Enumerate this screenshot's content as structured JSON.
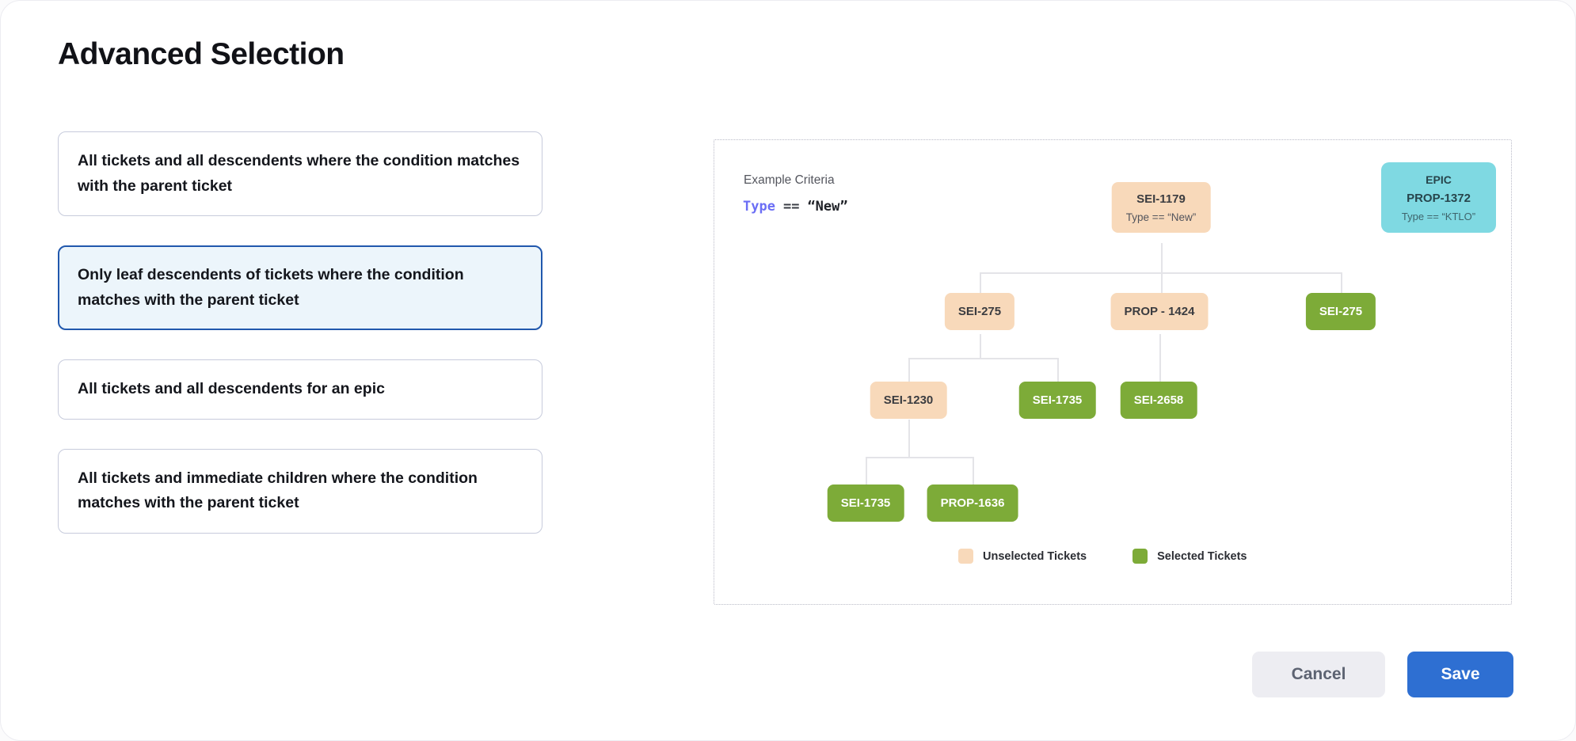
{
  "title": "Advanced Selection",
  "options": [
    {
      "label": "All tickets and all descendents where the condition matches with the parent ticket",
      "selected": false
    },
    {
      "label": "Only leaf descendents of tickets where the condition matches with the parent ticket",
      "selected": true
    },
    {
      "label": "All tickets and all descendents for an epic",
      "selected": false
    },
    {
      "label": "All tickets and immediate children where the condition matches with the parent ticket",
      "selected": false
    }
  ],
  "example": {
    "heading": "Example Criteria",
    "criteria": {
      "field": "Type",
      "operator": "==",
      "value": "“New”"
    },
    "epic_card": {
      "type_label": "EPIC",
      "id": "PROP-1372",
      "criteria": "Type == “KTLO”"
    },
    "tree": {
      "nodes": [
        {
          "id": "SEI-1179",
          "state": "unselected",
          "criteria": "Type == “New”"
        },
        {
          "id": "SEI-275",
          "state": "unselected"
        },
        {
          "id": "PROP - 1424",
          "state": "unselected"
        },
        {
          "id": "SEI-275",
          "state": "selected"
        },
        {
          "id": "SEI-1230",
          "state": "unselected"
        },
        {
          "id": "SEI-1735",
          "state": "selected"
        },
        {
          "id": "SEI-2658",
          "state": "selected"
        },
        {
          "id": "SEI-1735",
          "state": "selected"
        },
        {
          "id": "PROP-1636",
          "state": "selected"
        }
      ]
    },
    "legend": [
      {
        "label": "Unselected Tickets",
        "color": "#f8d9ba"
      },
      {
        "label": "Selected Tickets",
        "color": "#7dab38"
      }
    ]
  },
  "footer": {
    "cancel_label": "Cancel",
    "save_label": "Save"
  },
  "colors": {
    "unselected_ticket": "#f8d9ba",
    "selected_ticket": "#7dab38",
    "epic_card": "#7fd9e2",
    "selected_option_border": "#2158ad",
    "selected_option_bg": "#ecf5fb",
    "save_button": "#2e6fd2",
    "criteria_field": "#6b6ef5"
  }
}
